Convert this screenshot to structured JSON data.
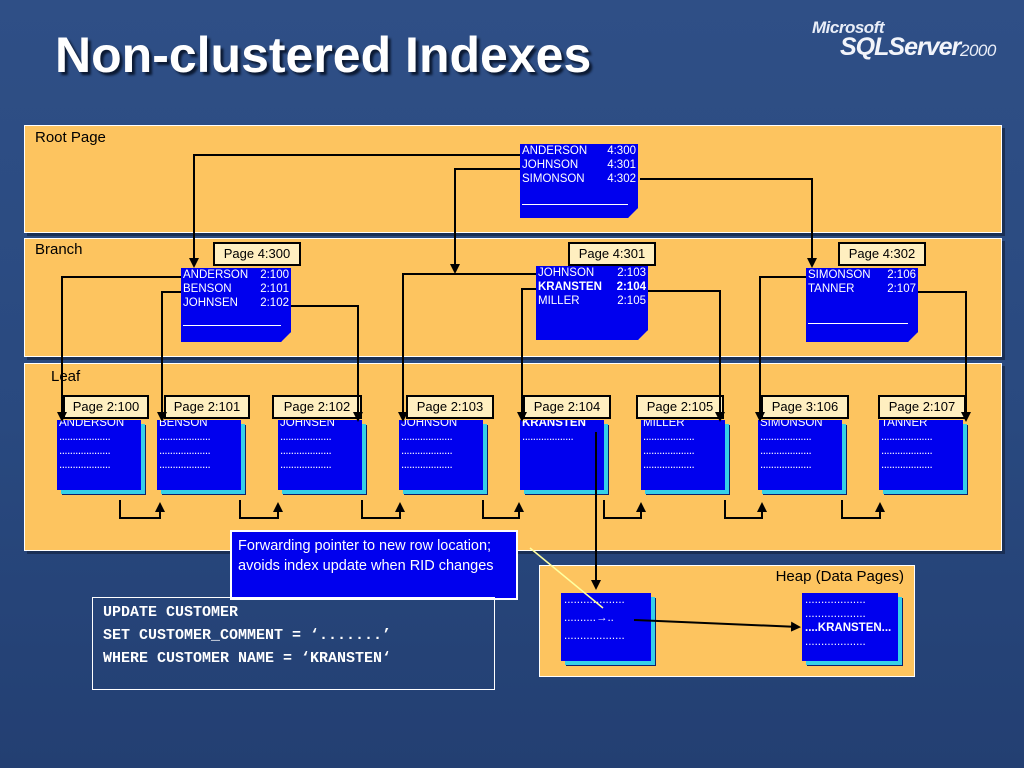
{
  "title": "Non-clustered Indexes",
  "logo": {
    "line1": "Microsoft",
    "line2": "SQLServer",
    "year": "2000"
  },
  "bands": {
    "root": "Root Page",
    "branch": "Branch",
    "leaf": "Leaf",
    "heap": "Heap (Data Pages)"
  },
  "root_page": {
    "rows": [
      {
        "name": "ANDERSON",
        "ptr": "4:300"
      },
      {
        "name": "JOHNSON",
        "ptr": "4:301"
      },
      {
        "name": "SIMONSON",
        "ptr": "4:302"
      }
    ]
  },
  "branch_pages": [
    {
      "label": "Page 4:300",
      "rows": [
        {
          "name": "ANDERSON",
          "ptr": "2:100"
        },
        {
          "name": "BENSON",
          "ptr": "2:101"
        },
        {
          "name": "JOHNSEN",
          "ptr": "2:102"
        }
      ]
    },
    {
      "label": "Page 4:301",
      "rows": [
        {
          "name": "JOHNSON",
          "ptr": "2:103"
        },
        {
          "name": "KRANSTEN",
          "ptr": "2:104",
          "bold": true
        },
        {
          "name": "MILLER",
          "ptr": "2:105"
        }
      ]
    },
    {
      "label": "Page 4:302",
      "rows": [
        {
          "name": "SIMONSON",
          "ptr": "2:106"
        },
        {
          "name": "TANNER",
          "ptr": "2:107"
        }
      ]
    }
  ],
  "leaf_pages": [
    {
      "label": "Page 2:100",
      "name": "ANDERSON",
      "dots": "..................."
    },
    {
      "label": "Page 2:101",
      "name": "BENSON",
      "dots": "..................."
    },
    {
      "label": "Page 2:102",
      "name": "JOHNSEN",
      "dots": "..................."
    },
    {
      "label": "Page 2:103",
      "name": "JOHNSON",
      "dots": "..................."
    },
    {
      "label": "Page 2:104",
      "name": "KRANSTEN",
      "dots": "...................",
      "bold": true
    },
    {
      "label": "Page 2:105",
      "name": "MILLER",
      "dots": "..................."
    },
    {
      "label": "Page 3:106",
      "name": "SIMONSON",
      "dots": "..................."
    },
    {
      "label": "Page 2:107",
      "name": "TANNER",
      "dots": "..................."
    }
  ],
  "callout": "Forwarding pointer to new row location; avoids index update when RID changes",
  "sql": [
    "UPDATE CUSTOMER",
    "SET CUSTOMER_COMMENT = ‘.......’",
    "WHERE CUSTOMER NAME = ‘KRANSTEN‘"
  ],
  "heap_pages": [
    {
      "lines": [
        "...................",
        "..........→..",
        "..................."
      ]
    },
    {
      "lines": [
        "...................",
        "...................",
        "....KRANSTEN...",
        "..................."
      ]
    }
  ],
  "colors": {
    "band": "#fdc45f",
    "page": "#0000ee",
    "shadow": "#35d0e8",
    "label_bg": "#ffefc0"
  }
}
